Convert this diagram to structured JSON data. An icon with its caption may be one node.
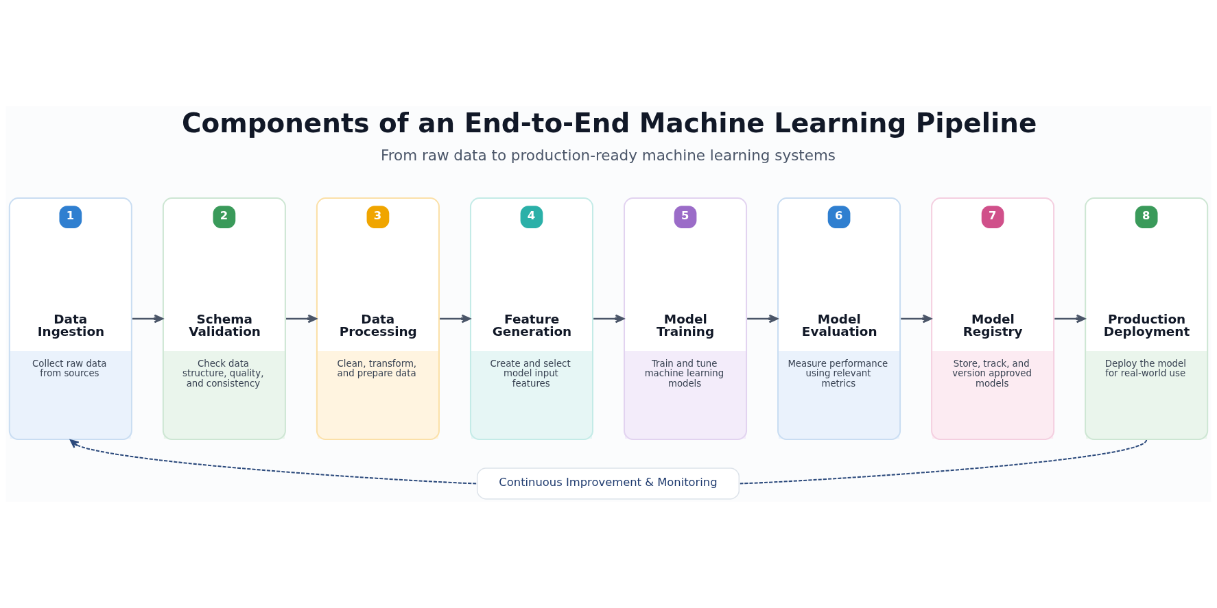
{
  "diagram": {
    "title": "Components of an End-to-End Machine Learning Pipeline",
    "nodes": [
      {
        "text": [
          "1",
          "Data Ingestion",
          "Collect raw data from sources"
        ]
      },
      {
        "text": [
          "2",
          "Schema Validation",
          "Check data structure, quality, and consistency"
        ]
      },
      {
        "text": [
          "3",
          "Data Processing",
          "Clean, transform, and prepare data"
        ]
      },
      {
        "text": [
          "4",
          "Feature Generation",
          "Create and select model input features"
        ]
      },
      {
        "text": [
          "5",
          "Model Training",
          "Train and tune machine learning models"
        ]
      },
      {
        "text": [
          "6",
          "Model Evaluation",
          "Measure performance using relevant metrics"
        ]
      },
      {
        "text": [
          "7",
          "Model Registry",
          "Store, track, and version approved models"
        ]
      },
      {
        "text": [
          "8",
          "Production Deployment",
          "Deploy the model for real-world use"
        ]
      },
      {
        "text": [
          "Continuous Improvement & Monitoring"
        ]
      }
    ],
    "edges": [
      {
        "from": 0,
        "to": 1,
        "arrow": "to"
      },
      {
        "from": 1,
        "to": 2,
        "arrow": "to"
      },
      {
        "from": 2,
        "to": 3,
        "arrow": "to"
      },
      {
        "from": 3,
        "to": 4,
        "arrow": "to"
      },
      {
        "from": 4,
        "to": 5,
        "arrow": "to"
      },
      {
        "from": 5,
        "to": 6,
        "arrow": "to"
      },
      {
        "from": 6,
        "to": 7,
        "arrow": "to"
      },
      {
        "from": 7,
        "to": 8,
        "arrow": "none",
        "style": "dashed",
        "color": "#2c4a7c"
      },
      {
        "from": 8,
        "to": 0,
        "arrow": "to",
        "style": "dashed",
        "color": "#2c4a7c"
      }
    ],
    "labels": [
      "From raw data to production-ready machine learning systems"
    ]
  }
}
